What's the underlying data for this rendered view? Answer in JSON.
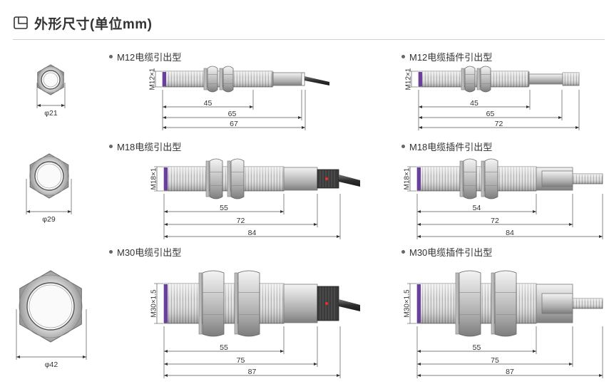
{
  "header": {
    "title": "外形尺寸(单位mm)",
    "icon": "ruler-page-icon"
  },
  "colors": {
    "sensor_face": "#6b3fa0",
    "cable": "#3a3a3a",
    "indicator": "#e03030",
    "dimension_line": "#555555"
  },
  "front_views": [
    {
      "size": "φ21"
    },
    {
      "size": "φ29"
    },
    {
      "size": "φ42"
    }
  ],
  "sections": [
    {
      "label": "M12电缆引出型",
      "thread": "M12×1",
      "dims": [
        "45",
        "65",
        "67"
      ],
      "type": "cable"
    },
    {
      "label": "M12电缆插件引出型",
      "thread": "M12×1",
      "dims": [
        "45",
        "65",
        "72"
      ],
      "type": "connector"
    },
    {
      "label": "M18电缆引出型",
      "thread": "M18×1",
      "dims": [
        "55",
        "72",
        "84"
      ],
      "type": "cable"
    },
    {
      "label": "M18电缆插件引出型",
      "thread": "M18×1",
      "dims": [
        "54",
        "72",
        "84"
      ],
      "type": "connector"
    },
    {
      "label": "M30电缆引出型",
      "thread": "M30×1.5",
      "dims": [
        "55",
        "75",
        "87"
      ],
      "type": "cable"
    },
    {
      "label": "M30电缆插件引出型",
      "thread": "M30×1.5",
      "dims": [
        "55",
        "75",
        "87"
      ],
      "type": "connector"
    }
  ]
}
